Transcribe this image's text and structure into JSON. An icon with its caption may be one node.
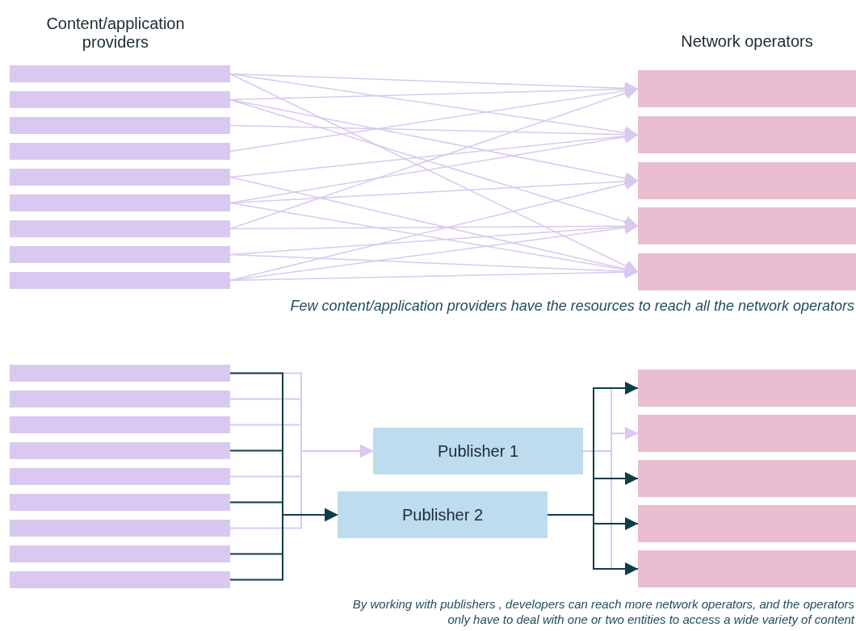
{
  "diagram": {
    "nodes": [
      {
        "text": [],
        "shape": "bar"
      },
      {
        "text": [],
        "shape": "bar"
      },
      {
        "text": [],
        "shape": "bar"
      },
      {
        "text": [],
        "shape": "bar"
      },
      {
        "text": [],
        "shape": "bar"
      },
      {
        "text": [],
        "shape": "bar"
      },
      {
        "text": [],
        "shape": "bar"
      },
      {
        "text": [],
        "shape": "bar"
      },
      {
        "text": [],
        "shape": "bar"
      },
      {
        "text": [],
        "shape": "bar"
      },
      {
        "text": [],
        "shape": "bar"
      },
      {
        "text": [],
        "shape": "bar"
      },
      {
        "text": [],
        "shape": "bar"
      },
      {
        "text": [],
        "shape": "bar"
      },
      {
        "text": [],
        "shape": "bar"
      },
      {
        "text": [],
        "shape": "bar"
      },
      {
        "text": [],
        "shape": "bar"
      },
      {
        "text": [],
        "shape": "bar"
      },
      {
        "text": [],
        "shape": "bar"
      },
      {
        "text": [],
        "shape": "bar"
      },
      {
        "text": [],
        "shape": "bar"
      },
      {
        "text": [],
        "shape": "bar"
      },
      {
        "text": [],
        "shape": "bar"
      },
      {
        "text": [
          "Publisher 1"
        ]
      },
      {
        "text": [
          "Publisher 2"
        ]
      },
      {
        "text": [],
        "shape": "bar"
      },
      {
        "text": [],
        "shape": "bar"
      },
      {
        "text": [],
        "shape": "bar"
      },
      {
        "text": [],
        "shape": "bar"
      },
      {
        "text": [],
        "shape": "bar"
      }
    ],
    "edges": [
      {
        "from": 0,
        "to": 9,
        "arrow": "to"
      },
      {
        "from": 0,
        "to": 10,
        "arrow": "to"
      },
      {
        "from": 0,
        "to": 13,
        "arrow": "to"
      },
      {
        "from": 1,
        "to": 9,
        "arrow": "to"
      },
      {
        "from": 1,
        "to": 11,
        "arrow": "to"
      },
      {
        "from": 1,
        "to": 12,
        "arrow": "to"
      },
      {
        "from": 2,
        "to": 10,
        "arrow": "to"
      },
      {
        "from": 3,
        "to": 9,
        "arrow": "to"
      },
      {
        "from": 4,
        "to": 10,
        "arrow": "to"
      },
      {
        "from": 4,
        "to": 13,
        "arrow": "to"
      },
      {
        "from": 5,
        "to": 10,
        "arrow": "to"
      },
      {
        "from": 5,
        "to": 11,
        "arrow": "to"
      },
      {
        "from": 5,
        "to": 13,
        "arrow": "to"
      },
      {
        "from": 6,
        "to": 9,
        "arrow": "to"
      },
      {
        "from": 6,
        "to": 12,
        "arrow": "to"
      },
      {
        "from": 7,
        "to": 12,
        "arrow": "to"
      },
      {
        "from": 7,
        "to": 13,
        "arrow": "to"
      },
      {
        "from": 8,
        "to": 11,
        "arrow": "to"
      },
      {
        "from": 8,
        "to": 12,
        "arrow": "to"
      },
      {
        "from": 8,
        "to": 13,
        "arrow": "to"
      },
      {
        "from": 14,
        "to": 23,
        "arrow": "to"
      },
      {
        "from": 15,
        "to": 23,
        "arrow": "to"
      },
      {
        "from": 16,
        "to": 23,
        "arrow": "to"
      },
      {
        "from": 18,
        "to": 23,
        "arrow": "to"
      },
      {
        "from": 20,
        "to": 23,
        "arrow": "to"
      },
      {
        "from": 14,
        "to": 24,
        "arrow": "to",
        "color": "#0d3d4a"
      },
      {
        "from": 17,
        "to": 24,
        "arrow": "to",
        "color": "#0d3d4a"
      },
      {
        "from": 19,
        "to": 24,
        "arrow": "to",
        "color": "#0d3d4a"
      },
      {
        "from": 21,
        "to": 24,
        "arrow": "to",
        "color": "#0d3d4a"
      },
      {
        "from": 22,
        "to": 24,
        "arrow": "to",
        "color": "#0d3d4a"
      },
      {
        "from": 23,
        "to": 25,
        "arrow": "to"
      },
      {
        "from": 23,
        "to": 26,
        "arrow": "to"
      },
      {
        "from": 23,
        "to": 27,
        "arrow": "to"
      },
      {
        "from": 23,
        "to": 28,
        "arrow": "to"
      },
      {
        "from": 23,
        "to": 29,
        "arrow": "to"
      },
      {
        "from": 24,
        "to": 25,
        "arrow": "to",
        "color": "#0d3d4a"
      },
      {
        "from": 24,
        "to": 27,
        "arrow": "to",
        "color": "#0d3d4a"
      },
      {
        "from": 24,
        "to": 28,
        "arrow": "to",
        "color": "#0d3d4a"
      },
      {
        "from": 24,
        "to": 29,
        "arrow": "to",
        "color": "#0d3d4a"
      }
    ],
    "labels": [
      "Content/application providers",
      "Network operators",
      "Few content/application providers have the resources to reach all the network operators",
      "By working with publishers , developers can reach more network operators, and the operators only have to deal with one or two entities to access a wide variety of content"
    ]
  }
}
